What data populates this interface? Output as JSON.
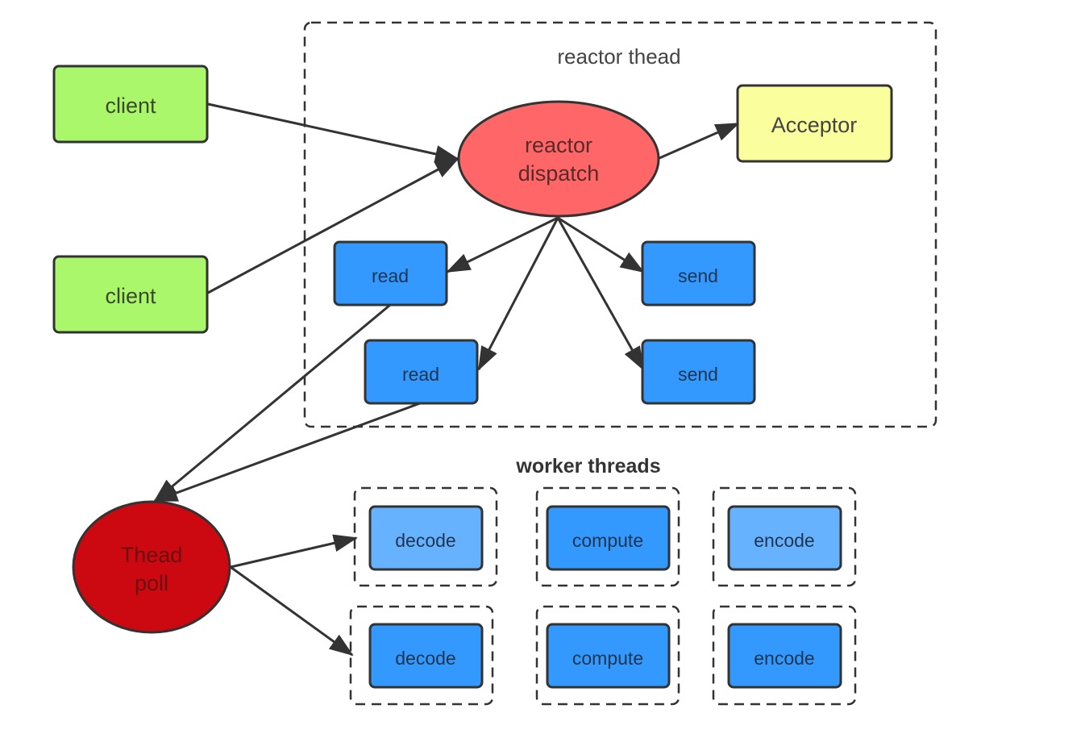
{
  "groups": {
    "reactor_thread": {
      "label": "reactor thead"
    },
    "worker_threads": {
      "label": "worker threads"
    }
  },
  "nodes": {
    "client1": {
      "label": "client"
    },
    "client2": {
      "label": "client"
    },
    "reactor_dispatch": {
      "line1": "reactor",
      "line2": "dispatch"
    },
    "acceptor": {
      "label": "Acceptor"
    },
    "read1": {
      "label": "read"
    },
    "read2": {
      "label": "read"
    },
    "send1": {
      "label": "send"
    },
    "send2": {
      "label": "send"
    },
    "thread_pool": {
      "line1": "Thead",
      "line2": "poll"
    },
    "decode1": {
      "label": "decode"
    },
    "compute1": {
      "label": "compute"
    },
    "encode1": {
      "label": "encode"
    },
    "decode2": {
      "label": "decode"
    },
    "compute2": {
      "label": "compute"
    },
    "encode2": {
      "label": "encode"
    }
  },
  "edges": [
    {
      "from": "client",
      "to": "reactor dispatch"
    },
    {
      "from": "client",
      "to": "reactor dispatch"
    },
    {
      "from": "reactor dispatch",
      "to": "Acceptor"
    },
    {
      "from": "reactor dispatch",
      "to": "read"
    },
    {
      "from": "reactor dispatch",
      "to": "read"
    },
    {
      "from": "reactor dispatch",
      "to": "send"
    },
    {
      "from": "reactor dispatch",
      "to": "send"
    },
    {
      "from": "read",
      "to": "Thead poll"
    },
    {
      "from": "read",
      "to": "Thead poll"
    },
    {
      "from": "Thead poll",
      "to": "decode"
    },
    {
      "from": "Thead poll",
      "to": "decode"
    }
  ],
  "colors": {
    "client": "#aaf76c",
    "reactor": "#fe6667",
    "acceptor": "#fafe9c",
    "io_box": "#3399fe",
    "light_box": "#66b2ff",
    "thread_pool": "#cc0811",
    "stroke": "#333333"
  }
}
